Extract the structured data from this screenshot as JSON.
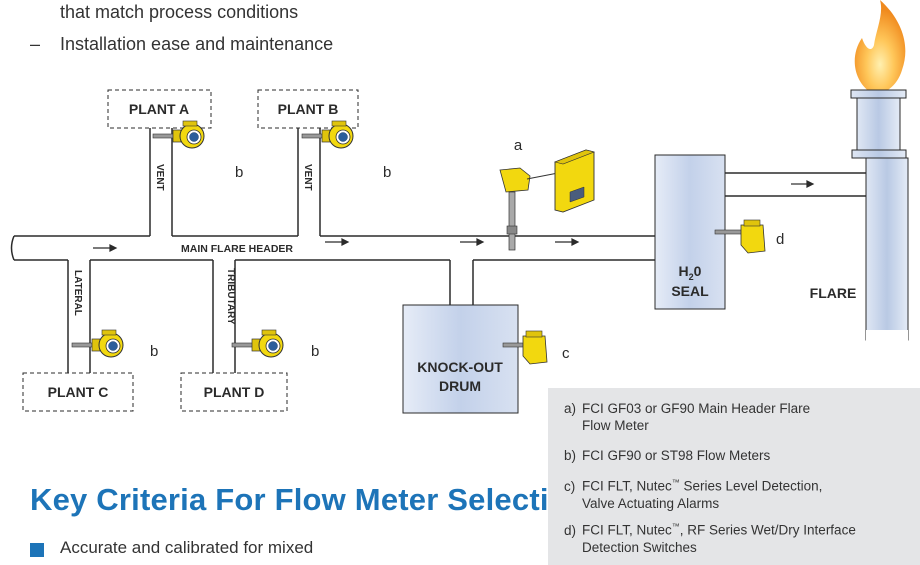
{
  "intro": {
    "line1": "that match process conditions",
    "dash": "–",
    "line2": "Installation ease and maintenance"
  },
  "diagram": {
    "plants": {
      "a": "PLANT A",
      "b": "PLANT B",
      "c": "PLANT C",
      "d": "PLANT D"
    },
    "pipes": {
      "vent": "VENT",
      "lateral": "LATERAL",
      "tributary": "TRIBUTARY",
      "main_header": "MAIN FLARE HEADER"
    },
    "drum": {
      "line1": "KNOCK-OUT",
      "line2": "DRUM"
    },
    "seal": {
      "line1": "H",
      "sub": "2",
      "line1b": "0",
      "line2": "SEAL"
    },
    "flare": "FLARE",
    "markers": {
      "a": "a",
      "b": "b",
      "c": "c",
      "d": "d"
    },
    "colors": {
      "vessel": "#c5d3ea",
      "meter": "#f2d80f",
      "flame_outer": "#f39522",
      "flame_inner": "#ffd56a",
      "stack": "#c5d3ea"
    }
  },
  "section": {
    "title": "Key Criteria For Flow Meter Selection",
    "bullet1": "Accurate and calibrated for mixed"
  },
  "legend": {
    "a1": "a)",
    "a_text1": "FCI GF03 or GF90 Main Header Flare",
    "a_text2": "Flow Meter",
    "b1": "b)",
    "b_text": "FCI GF90 or ST98 Flow Meters",
    "c1": "c)",
    "c_pre": "FCI FLT, Nutec",
    "c_tm": "™",
    "c_post": " Series Level Detection,",
    "c_text2": "Valve Actuating Alarms",
    "d1": "d)",
    "d_pre": "FCI FLT, Nutec",
    "d_tm": "™",
    "d_post": ", RF Series Wet/Dry Interface",
    "d_text2": "Detection Switches"
  }
}
